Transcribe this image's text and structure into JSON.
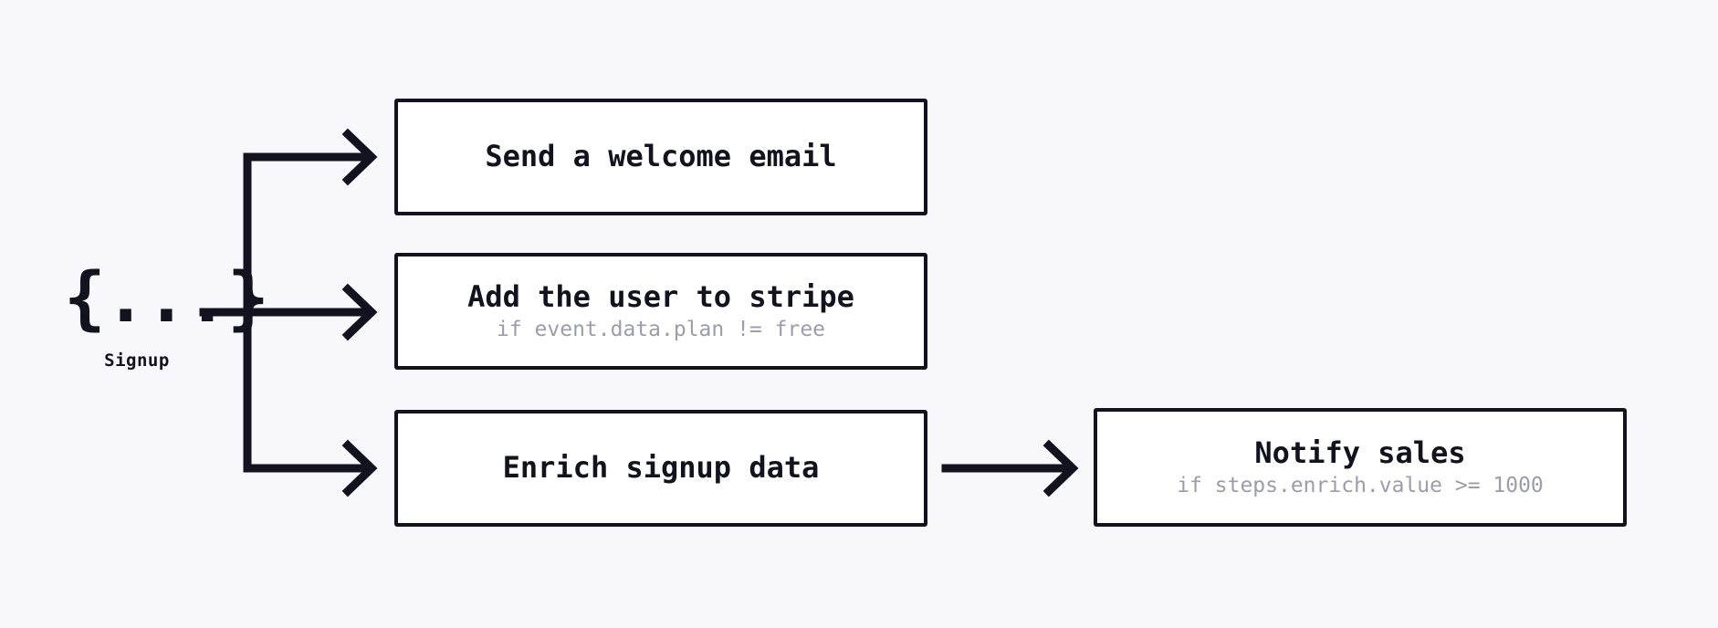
{
  "diagram": {
    "type": "workflow-branch-diagram",
    "background_color": "#f8f7fc",
    "line_color": "#13131f",
    "box_fill": "#ffffff",
    "subtitle_color": "#9c9cad",
    "trigger": {
      "glyph": "{...}",
      "glyph_name": "json-event-icon",
      "label": "Signup"
    },
    "steps": [
      {
        "id": "welcome",
        "title": "Send a welcome email",
        "subtitle": ""
      },
      {
        "id": "stripe",
        "title": "Add the user to stripe",
        "subtitle": "if event.data.plan != free"
      },
      {
        "id": "enrich",
        "title": "Enrich signup data",
        "subtitle": ""
      },
      {
        "id": "notify",
        "title": "Notify sales",
        "subtitle": "if steps.enrich.value >= 1000"
      }
    ],
    "connections": [
      {
        "from": "signup",
        "to": "welcome"
      },
      {
        "from": "signup",
        "to": "stripe"
      },
      {
        "from": "signup",
        "to": "enrich"
      },
      {
        "from": "enrich",
        "to": "notify"
      }
    ]
  }
}
